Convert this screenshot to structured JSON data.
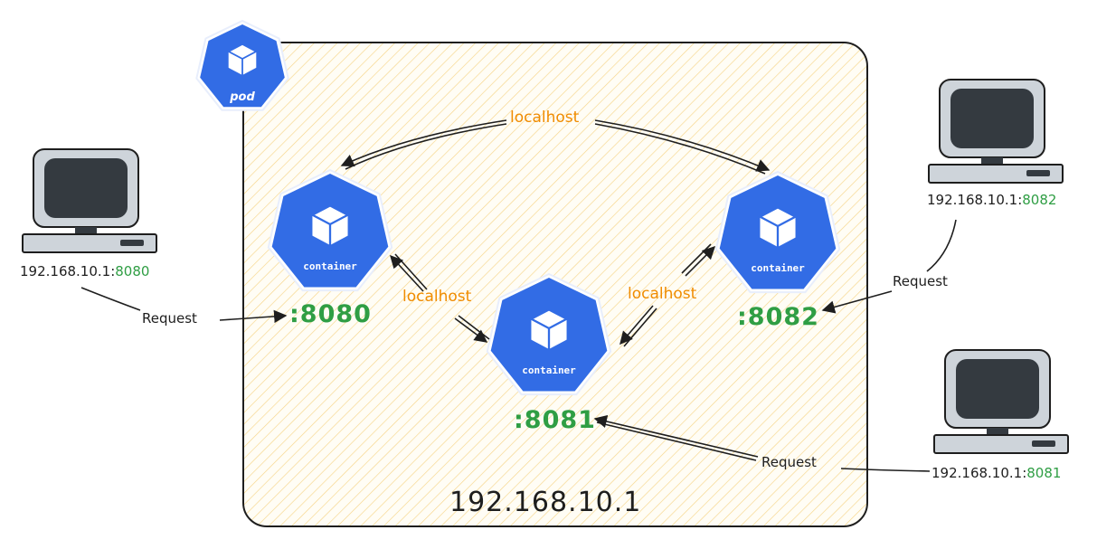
{
  "pod": {
    "badge_label": "pod",
    "ip": "192.168.10.1"
  },
  "containers": [
    {
      "label": "container",
      "port": ":8080"
    },
    {
      "label": "container",
      "port": ":8081"
    },
    {
      "label": "container",
      "port": ":8082"
    }
  ],
  "links": [
    {
      "label": "localhost"
    },
    {
      "label": "localhost"
    },
    {
      "label": "localhost"
    }
  ],
  "clients": [
    {
      "ip": "192.168.10.1:",
      "port": "8080",
      "request": "Request"
    },
    {
      "ip": "192.168.10.1:",
      "port": "8082",
      "request": "Request"
    },
    {
      "ip": "192.168.10.1:",
      "port": "8081",
      "request": "Request"
    }
  ],
  "colors": {
    "k8s_blue": "#326ce5",
    "pod_fill_stripe": "#fbe3a6",
    "localhost_text": "#f08c00",
    "port_text": "#2f9e44",
    "computer_screen": "#343a40",
    "computer_body": "#ced4da"
  },
  "icons": [
    "pod-icon",
    "container-icon",
    "computer-icon"
  ]
}
